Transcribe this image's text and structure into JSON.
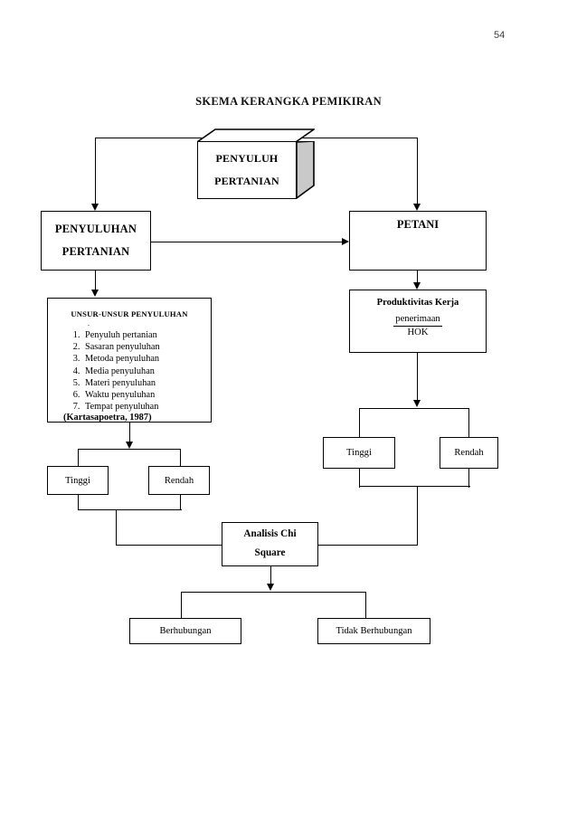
{
  "page": {
    "number": "54",
    "title": "SKEMA KERANGKA PEMIKIRAN"
  },
  "nodes": {
    "penyuluh_pertanian": {
      "line1": "PENYULUH",
      "line2": "PERTANIAN"
    },
    "penyuluhan_pertanian": {
      "line1": "PENYULUHAN",
      "line2": "PERTANIAN"
    },
    "petani": {
      "label": "PETANI"
    },
    "unsur_penyuluhan": {
      "title": "UNSUR-UNSUR PENYULUHAN",
      "dot": ".",
      "items": [
        "Penyuluh pertanian",
        "Sasaran penyuluhan",
        "Metoda penyuluhan",
        "Media penyuluhan",
        "Materi penyuluhan",
        "Waktu penyuluhan",
        "Tempat penyuluhan"
      ],
      "citation": "(Kartasapoetra, 1987)"
    },
    "produktivitas_kerja": {
      "title": "Produktivitas Kerja",
      "numerator": "penerimaan",
      "denominator": "HOK"
    },
    "tinggi_left": {
      "label": "Tinggi"
    },
    "rendah_left": {
      "label": "Rendah"
    },
    "tinggi_right": {
      "label": "Tinggi"
    },
    "rendah_right": {
      "label": "Rendah"
    },
    "analisis_chi_square": {
      "line1": "Analisis Chi",
      "line2": "Square"
    },
    "berhubungan": {
      "label": "Berhubungan"
    },
    "tidak_berhubungan": {
      "label": "Tidak Berhubungan"
    }
  },
  "colors": {
    "stroke": "#000000",
    "background": "#ffffff",
    "block_side_fill": "#c9c9c9",
    "block_face_fill": "#ffffff",
    "page_number": "#3b3b3b"
  }
}
